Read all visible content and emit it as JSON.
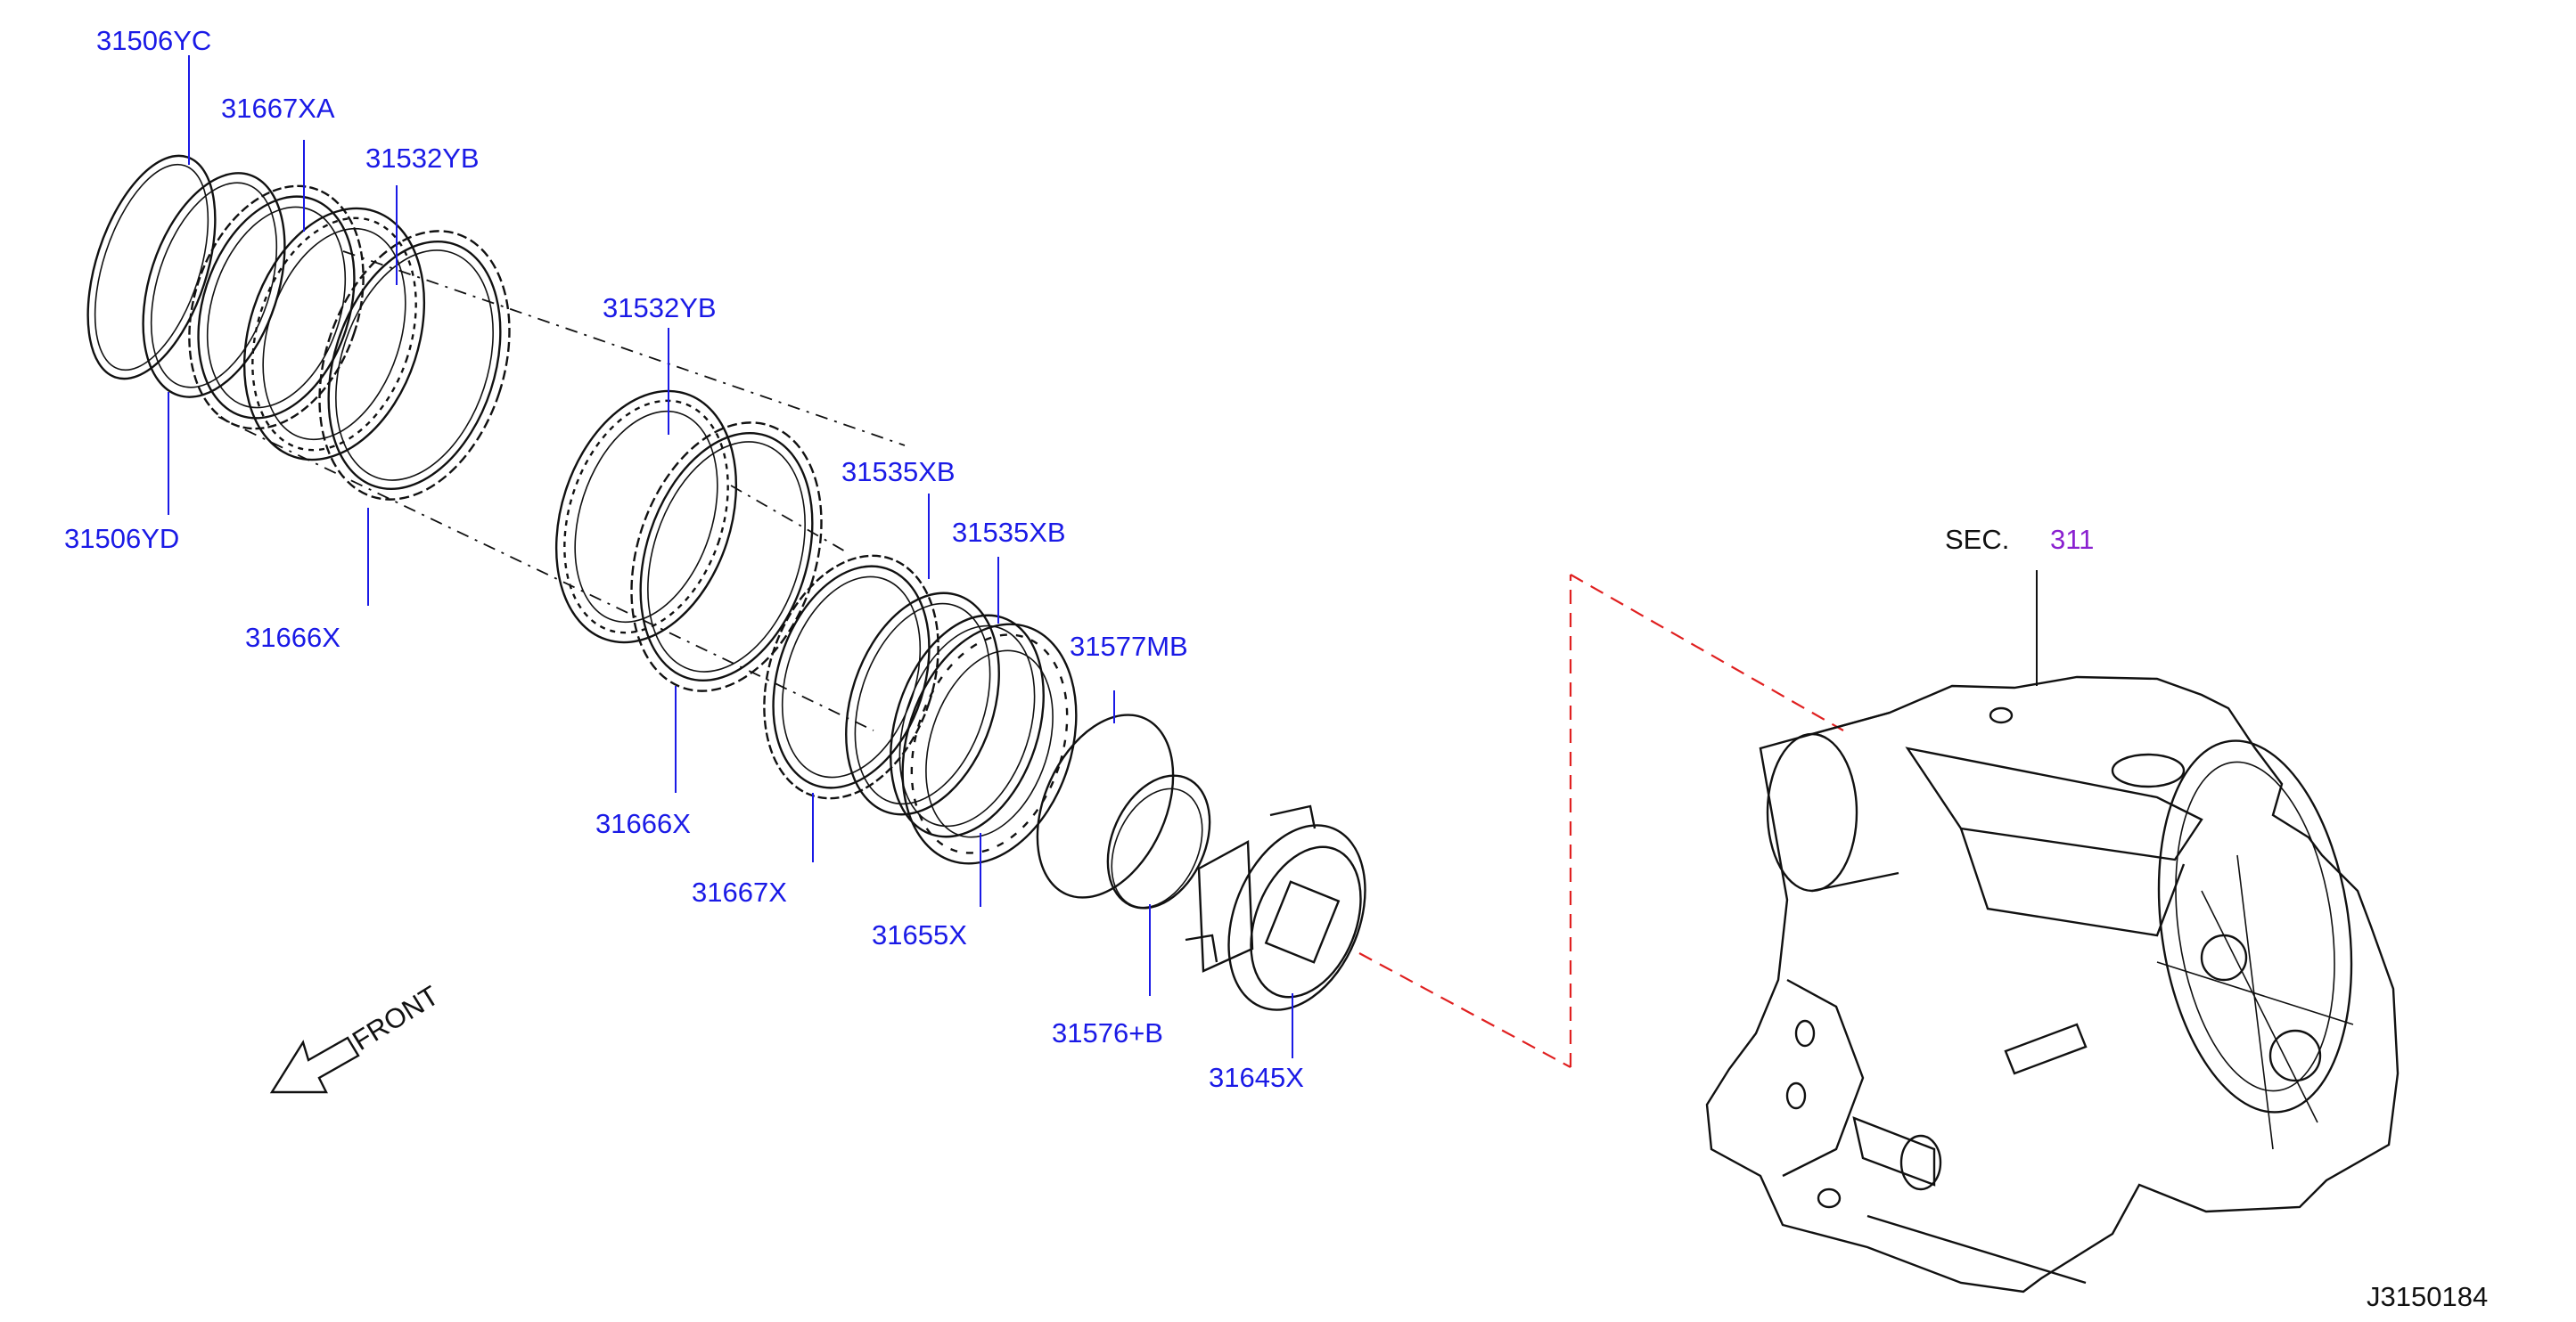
{
  "parts": [
    {
      "id": "31506YC"
    },
    {
      "id": "31667XA"
    },
    {
      "id": "31532YB"
    },
    {
      "id": "31532YB"
    },
    {
      "id": "31506YD"
    },
    {
      "id": "31666X"
    },
    {
      "id": "31535XB"
    },
    {
      "id": "31535XB"
    },
    {
      "id": "31577MB"
    },
    {
      "id": "31666X"
    },
    {
      "id": "31667X"
    },
    {
      "id": "31655X"
    },
    {
      "id": "31576+B"
    },
    {
      "id": "31645X"
    }
  ],
  "section_ref": {
    "prefix": "SEC.",
    "number": "311"
  },
  "direction_label": "FRONT",
  "diagram_id": "J3150184",
  "colors": {
    "part_label": "#1a1ae6",
    "section_number": "#8a20d0",
    "link_line": "#e02020",
    "ink": "#111111"
  }
}
